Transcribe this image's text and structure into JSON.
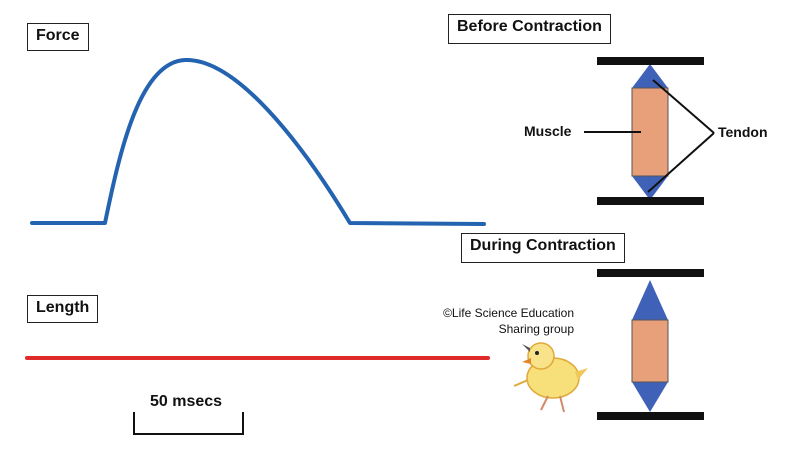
{
  "force_label": "Force",
  "length_label": "Length",
  "scale_label": "50 msecs",
  "before_label": "Before Contraction",
  "during_label": "During Contraction",
  "muscle_label": "Muscle",
  "tendon_label": "Tendon",
  "credit_line1": "©Life Science Education",
  "credit_line2": "Sharing group",
  "colors": {
    "force_trace": "#2463b0",
    "length_trace": "#e02b2b",
    "muscle": "#e8a07a",
    "tendon": "#3f62b8",
    "plate": "#111111"
  },
  "icons": [
    "chick-icon"
  ]
}
